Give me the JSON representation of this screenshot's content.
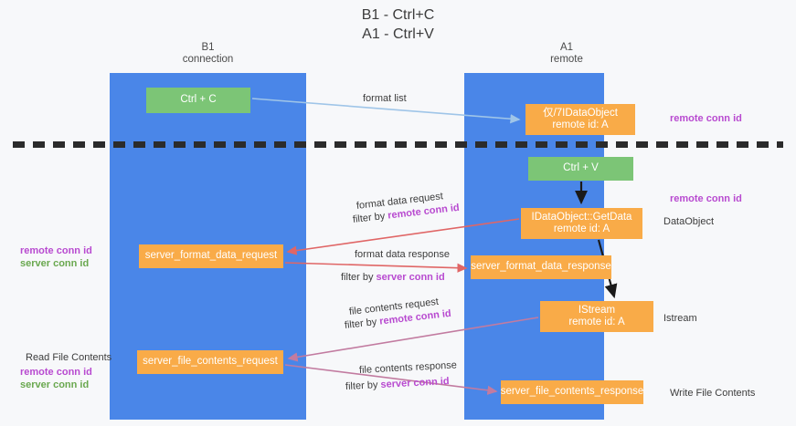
{
  "title": {
    "line1": "B1 - Ctrl+C",
    "line2": "A1 - Ctrl+V"
  },
  "lanes": [
    {
      "id": "b1",
      "name": "B1",
      "subtitle": "connection"
    },
    {
      "id": "a1",
      "name": "A1",
      "subtitle": "remote"
    }
  ],
  "boxes": {
    "ctrl_c": {
      "label": "Ctrl + C",
      "sub": "",
      "color": "#7cc576"
    },
    "idataobject": {
      "label": "仅/7IDataObject",
      "sub": "remote id: A",
      "color": "#f9ab48"
    },
    "ctrl_v": {
      "label": "Ctrl + V",
      "sub": "",
      "color": "#7cc576"
    },
    "getdata": {
      "label": "IDataObject::GetData",
      "sub": "remote id: A",
      "color": "#f9ab48"
    },
    "sfd_request": {
      "label": "server_format_data_request",
      "sub": "",
      "color": "#f9ab48"
    },
    "sfd_response": {
      "label": "server_format_data_response",
      "sub": "",
      "color": "#f9ab48"
    },
    "istream": {
      "label": "IStream",
      "sub": "remote id: A",
      "color": "#f9ab48"
    },
    "sfc_request": {
      "label": "server_file_contents_request",
      "sub": "",
      "color": "#f9ab48"
    },
    "sfc_response": {
      "label": "server_file_contents_response",
      "sub": "",
      "color": "#f9ab48"
    }
  },
  "edge_labels": {
    "format_list": "format list",
    "format_data_request": "format data request",
    "format_data_request_filter_prefix": "filter by ",
    "format_data_request_filter_key": "remote conn id",
    "format_data_response": "format data response",
    "format_data_response_filter_prefix": "filter by ",
    "format_data_response_filter_key": "server conn id",
    "file_contents_request": "file contents request",
    "file_contents_request_filter_prefix": "filter by ",
    "file_contents_request_filter_key": "remote conn id",
    "file_contents_response": "file contents response",
    "file_contents_response_filter_prefix": "filter by ",
    "file_contents_response_filter_key": "server conn id"
  },
  "annotations": {
    "right_top_conn": "remote conn id",
    "right_mid_conn": "remote conn id",
    "right_dataobject": "DataObject",
    "right_istream": "Istream",
    "right_write_file": "Write File Contents",
    "left_remote_conn": "remote conn id",
    "left_server_conn": "server conn id",
    "left_read_file": "Read File Contents",
    "left_remote_conn2": "remote conn id",
    "left_server_conn2": "server conn id"
  },
  "colors": {
    "lane": "#4a86e8",
    "green_box": "#7cc576",
    "orange_box": "#f9ab48",
    "purple_text": "#b84ad0",
    "green_text": "#6aa84f",
    "red_arrow": "#e06666",
    "magenta_arrow": "#c27ba0",
    "light_blue_arrow": "#9fc5e8",
    "black_arrow": "#1a1a1a",
    "background": "#f7f8fa"
  }
}
